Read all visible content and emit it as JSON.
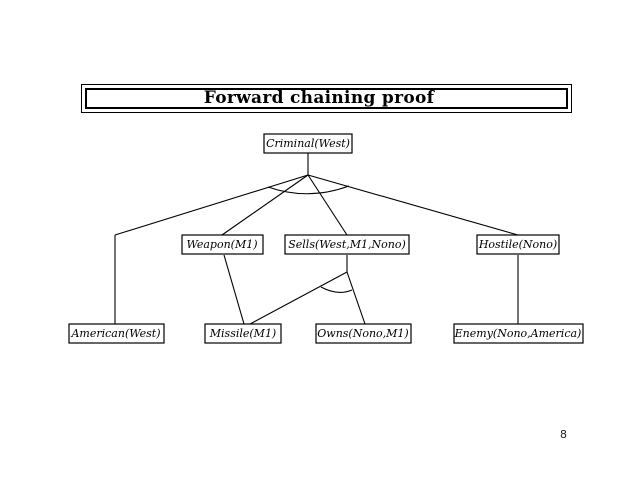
{
  "slide": {
    "title": "Forward chaining proof",
    "page_number": "8"
  },
  "nodes": {
    "criminal_west": "Criminal(West)",
    "weapon_m1": "Weapon(M1)",
    "sells_west_m1_nono": "Sells(West,M1,Nono)",
    "hostile_nono": "Hostile(Nono)",
    "american_west": "American(West)",
    "missile_m1": "Missile(M1)",
    "owns_nono_m1": "Owns(Nono,M1)",
    "enemy_nono_america": "Enemy(Nono,America)"
  }
}
